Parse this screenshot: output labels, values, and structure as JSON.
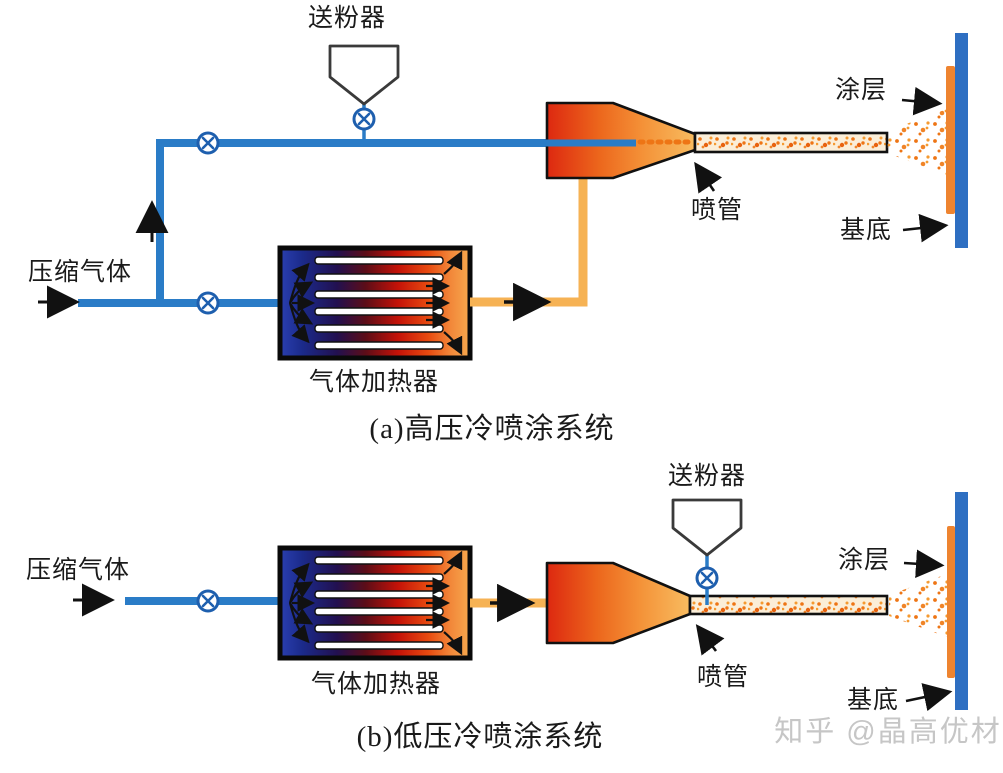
{
  "figure": {
    "title_semantic": "cold-spray-coating-system-diagram",
    "panels": [
      {
        "id": "a",
        "caption": "(a)高压冷喷涂系统",
        "labels": {
          "powder_feeder": "送粉器",
          "compressed_gas": "压缩气体",
          "gas_heater": "气体加热器",
          "nozzle": "喷管",
          "coating": "涂层",
          "substrate": "基底"
        }
      },
      {
        "id": "b",
        "caption": "(b)低压冷喷涂系统",
        "labels": {
          "powder_feeder": "送粉器",
          "compressed_gas": "压缩气体",
          "gas_heater": "气体加热器",
          "nozzle": "喷管",
          "coating": "涂层",
          "substrate": "基底"
        }
      }
    ],
    "watermark": "知乎 @晶高优材",
    "colors": {
      "pipe_blue": "#2a7cc7",
      "pipe_orange": "#f6b254",
      "valve_blue": "#1e5fae",
      "substrate_blue": "#2e6fc2",
      "coating_orange": "#ee8430",
      "particle_orange": "#ee7515",
      "outline_black": "#111111",
      "funnel_gray": "#3a3a3a",
      "label_text": "#1a1a1a",
      "watermark_gray": "#c6c6c6"
    }
  }
}
